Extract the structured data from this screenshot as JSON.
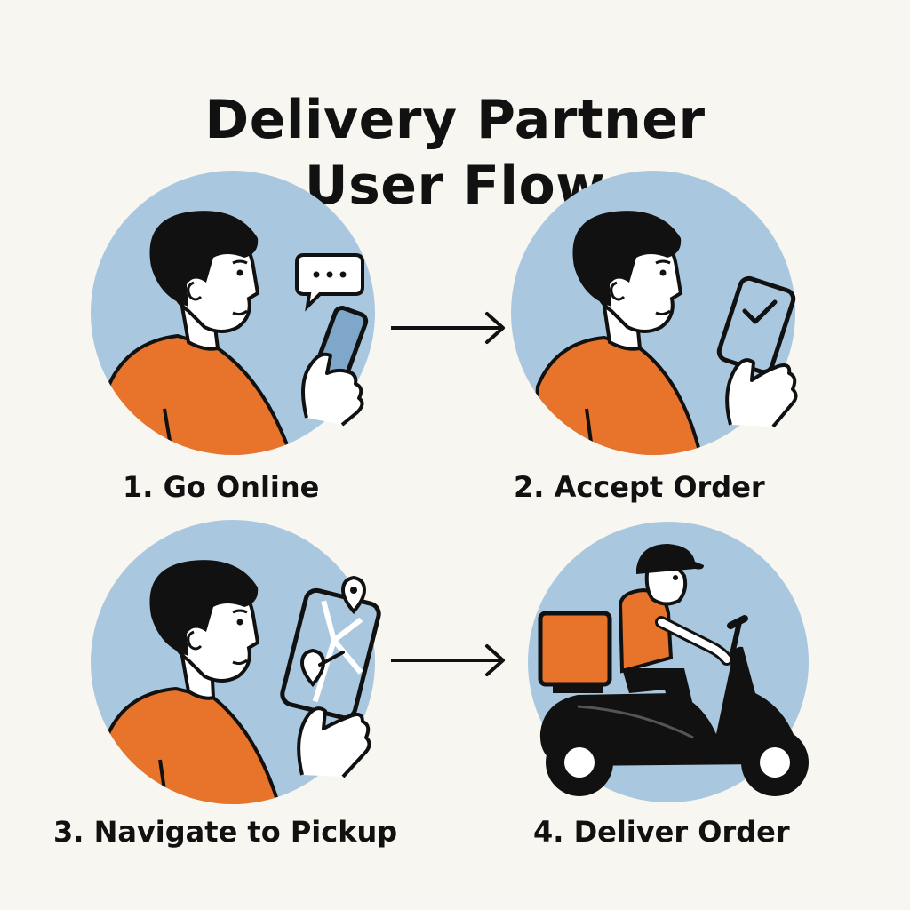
{
  "title": {
    "line1": "Delivery Partner",
    "line2": "User Flow"
  },
  "steps": [
    {
      "label": "1. Go Online",
      "icon": "chat-bubble-icon"
    },
    {
      "label": "2. Accept Order",
      "icon": "checkmark-icon"
    },
    {
      "label": "3. Navigate to Pickup",
      "icon": "map-pin-icon"
    },
    {
      "label": "4. Deliver Order",
      "icon": "scooter-icon"
    }
  ],
  "colors": {
    "background": "#f8f6f0",
    "circle": "#a9c8df",
    "shirt": "#e8732a",
    "ink": "#111111",
    "skin": "#ffffff",
    "screen": "#a9c8df"
  }
}
